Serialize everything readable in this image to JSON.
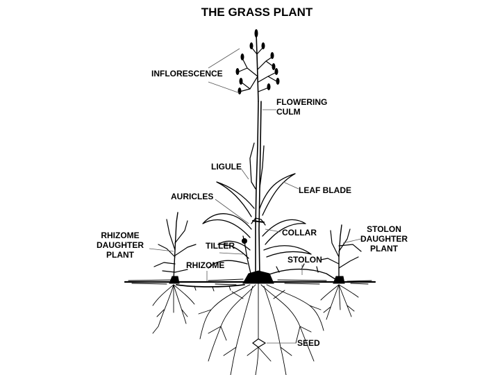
{
  "title": "THE GRASS PLANT",
  "labels": {
    "inflorescence": "INFLORESCENCE",
    "flowering_1": "FLOWERING",
    "flowering_2": "CULM",
    "ligule": "LIGULE",
    "leaf_blade": "LEAF BLADE",
    "auricles": "AURICLES",
    "collar": "COLLAR",
    "rhizome_daughter_1": "RHIZOME",
    "rhizome_daughter_2": "DAUGHTER",
    "rhizome_daughter_3": "PLANT",
    "tiller": "TILLER",
    "stolon_daughter_1": "STOLON",
    "stolon_daughter_2": "DAUGHTER",
    "stolon_daughter_3": "PLANT",
    "rhizome": "RHIZOME",
    "stolon": "STOLON",
    "seed": "SEED"
  }
}
